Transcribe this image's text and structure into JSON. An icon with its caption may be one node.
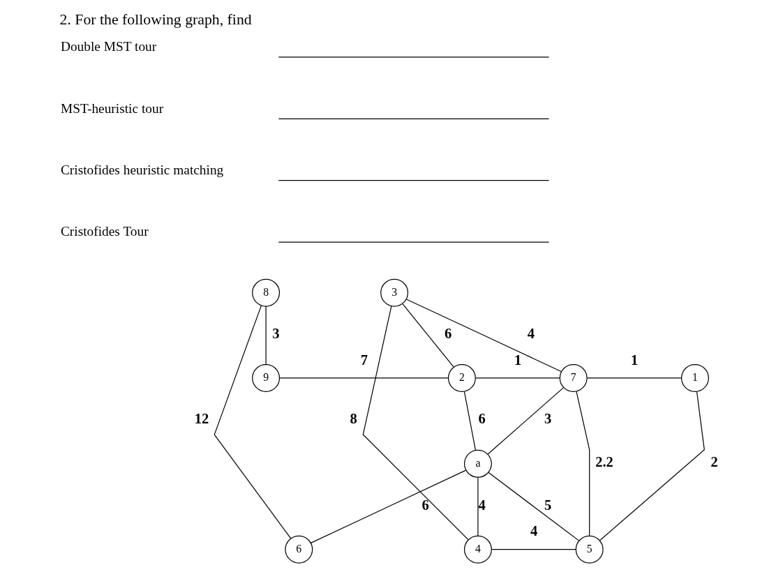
{
  "diagram": {
    "title": "2. For the following graph, find",
    "nodes": [
      {
        "text": [
          "3"
        ]
      },
      {
        "text": [
          "8"
        ]
      },
      {
        "text": [
          "9"
        ]
      },
      {
        "text": [
          "2"
        ]
      },
      {
        "text": [
          "7"
        ]
      },
      {
        "text": [
          "1"
        ]
      },
      {
        "text": [
          "a"
        ]
      },
      {
        "text": [
          "6"
        ]
      },
      {
        "text": [
          "5"
        ]
      },
      {
        "text": [
          "4"
        ]
      }
    ],
    "edges": [
      {
        "from": 1,
        "to": 2,
        "arrow": "none",
        "label": "3"
      },
      {
        "from": 1,
        "to": 7,
        "arrow": "none",
        "label": "12"
      },
      {
        "from": 2,
        "to": 3,
        "arrow": "none",
        "label": "7"
      },
      {
        "from": 0,
        "to": 3,
        "arrow": "none",
        "label": "6"
      },
      {
        "from": 0,
        "to": 4,
        "arrow": "none",
        "label": "4"
      },
      {
        "from": 0,
        "to": 9,
        "arrow": "none",
        "label": "8"
      },
      {
        "from": 3,
        "to": 4,
        "arrow": "none",
        "label": "1"
      },
      {
        "from": 4,
        "to": 5,
        "arrow": "none",
        "label": "1"
      },
      {
        "from": 3,
        "to": 6,
        "arrow": "none",
        "label": "6"
      },
      {
        "from": 4,
        "to": 6,
        "arrow": "none",
        "label": "3"
      },
      {
        "from": 6,
        "to": 7,
        "arrow": "none",
        "label": "6"
      },
      {
        "from": 6,
        "to": 8,
        "arrow": "none",
        "label": "5"
      },
      {
        "from": 6,
        "to": 9,
        "arrow": "none",
        "label": "4"
      },
      {
        "from": 4,
        "to": 8,
        "arrow": "none",
        "label": "2.2"
      },
      {
        "from": 5,
        "to": 8,
        "arrow": "none",
        "label": "2"
      },
      {
        "from": 9,
        "to": 8,
        "arrow": "none",
        "label": "4"
      }
    ],
    "labels": [
      "Double MST tour",
      "MST-heuristic tour",
      "Cristofides heuristic matching",
      "Cristofides Tour"
    ]
  }
}
